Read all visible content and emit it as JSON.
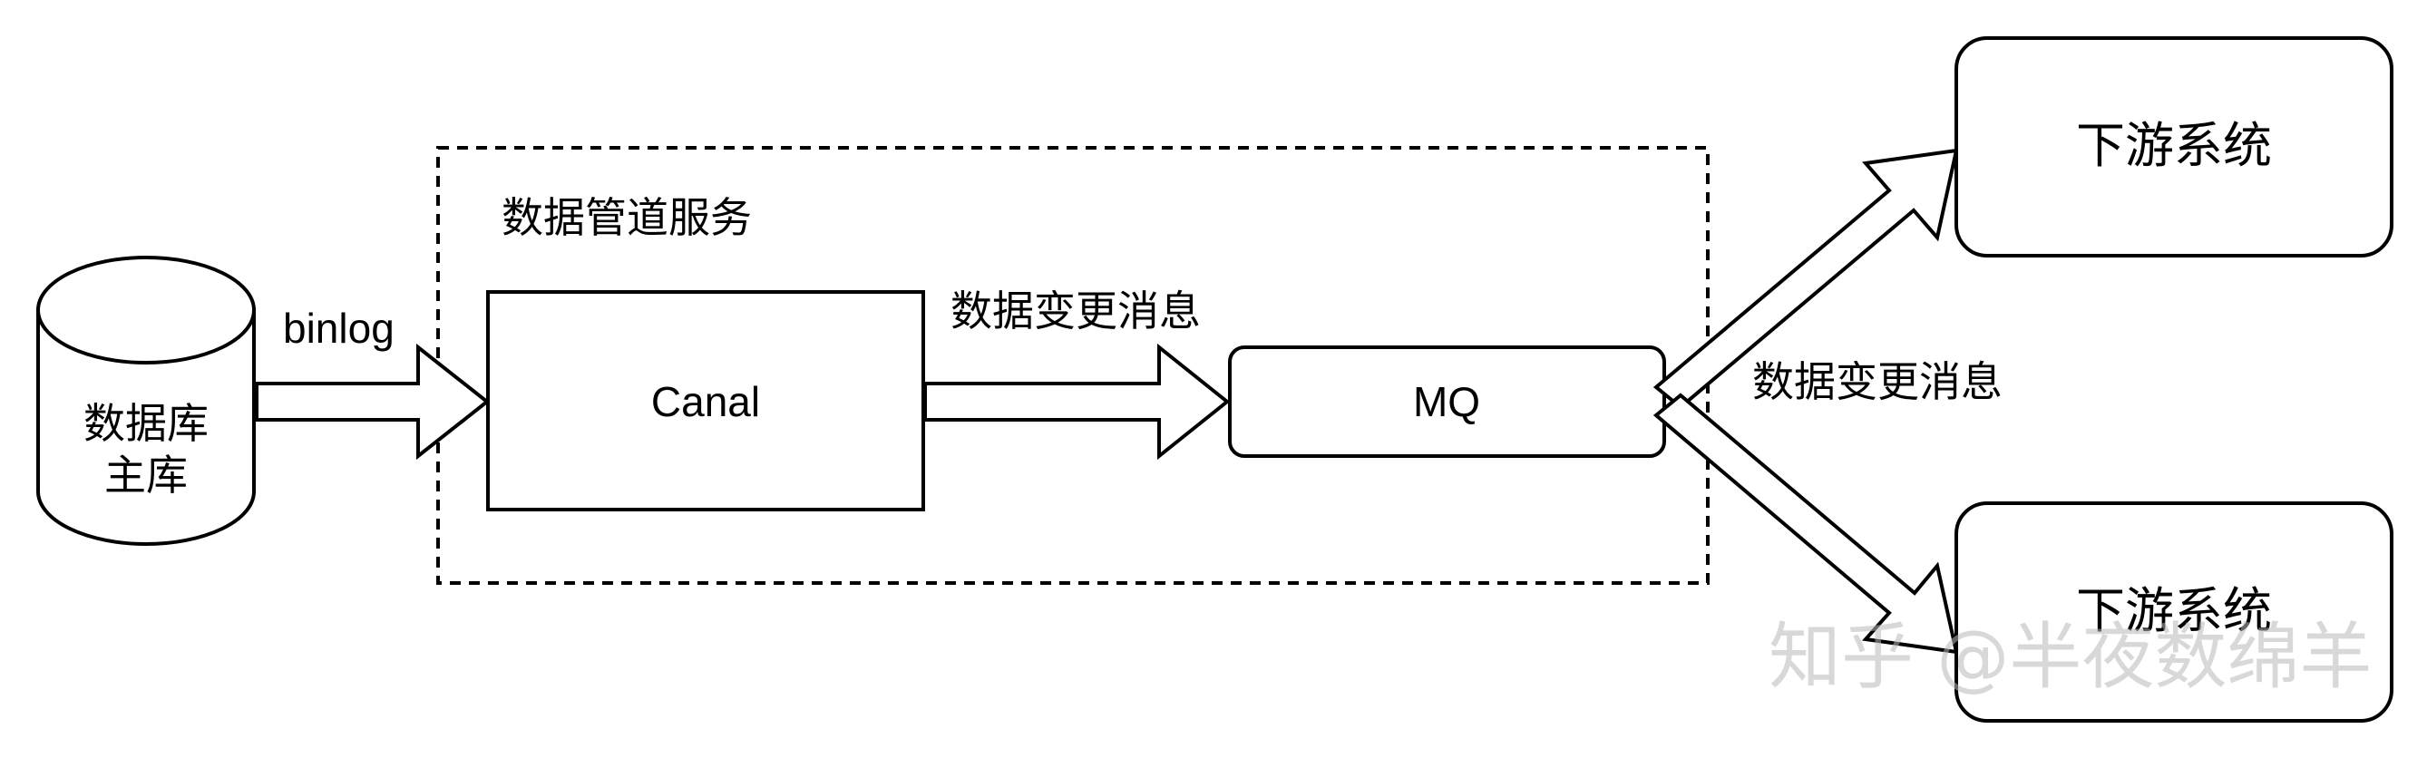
{
  "nodes": {
    "database": {
      "line1": "数据库",
      "line2": "主库"
    },
    "service_group": {
      "label": "数据管道服务"
    },
    "canal": {
      "label": "Canal"
    },
    "mq": {
      "label": "MQ"
    },
    "downstream_top": {
      "label": "下游系统"
    },
    "downstream_bottom": {
      "label": "下游系统"
    }
  },
  "edges": {
    "db_to_canal": {
      "label": "binlog"
    },
    "canal_to_mq": {
      "label": "数据变更消息"
    },
    "mq_to_downstream": {
      "label": "数据变更消息"
    }
  },
  "watermark": {
    "text": "知乎 @半夜数绵羊"
  },
  "colors": {
    "stroke": "#000000",
    "fill": "#ffffff",
    "watermark": "#b8b8b8"
  }
}
